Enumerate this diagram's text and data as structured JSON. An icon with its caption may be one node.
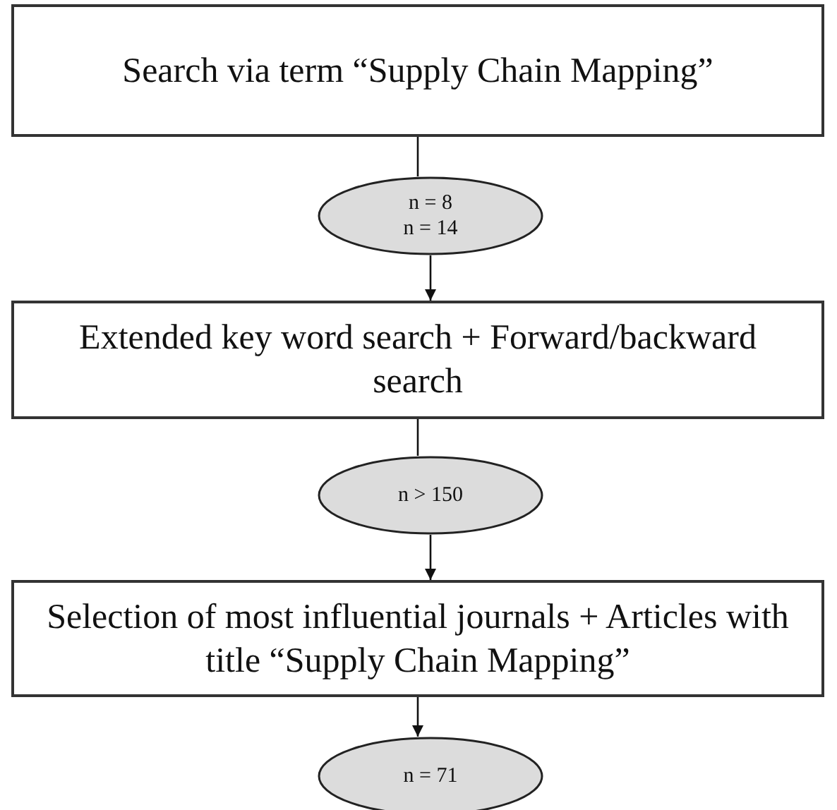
{
  "diagram": {
    "nodes": [
      {
        "text": [
          "Search via term “Supply Chain Mapping”"
        ]
      },
      {
        "text": [
          "n = 8",
          "n = 14"
        ]
      },
      {
        "text": [
          "Extended key word search + Forward/backward search"
        ]
      },
      {
        "text": [
          "n > 150"
        ]
      },
      {
        "text": [
          "Selection of most influential journals + Articles with title “Supply Chain Mapping”"
        ]
      },
      {
        "text": [
          "n = 71"
        ]
      }
    ],
    "edges": [
      {
        "from": 0,
        "to": 1,
        "arrow": "none"
      },
      {
        "from": 1,
        "to": 2,
        "arrow": "to"
      },
      {
        "from": 2,
        "to": 3,
        "arrow": "none"
      },
      {
        "from": 3,
        "to": 4,
        "arrow": "to"
      },
      {
        "from": 4,
        "to": 5,
        "arrow": "to"
      }
    ]
  }
}
